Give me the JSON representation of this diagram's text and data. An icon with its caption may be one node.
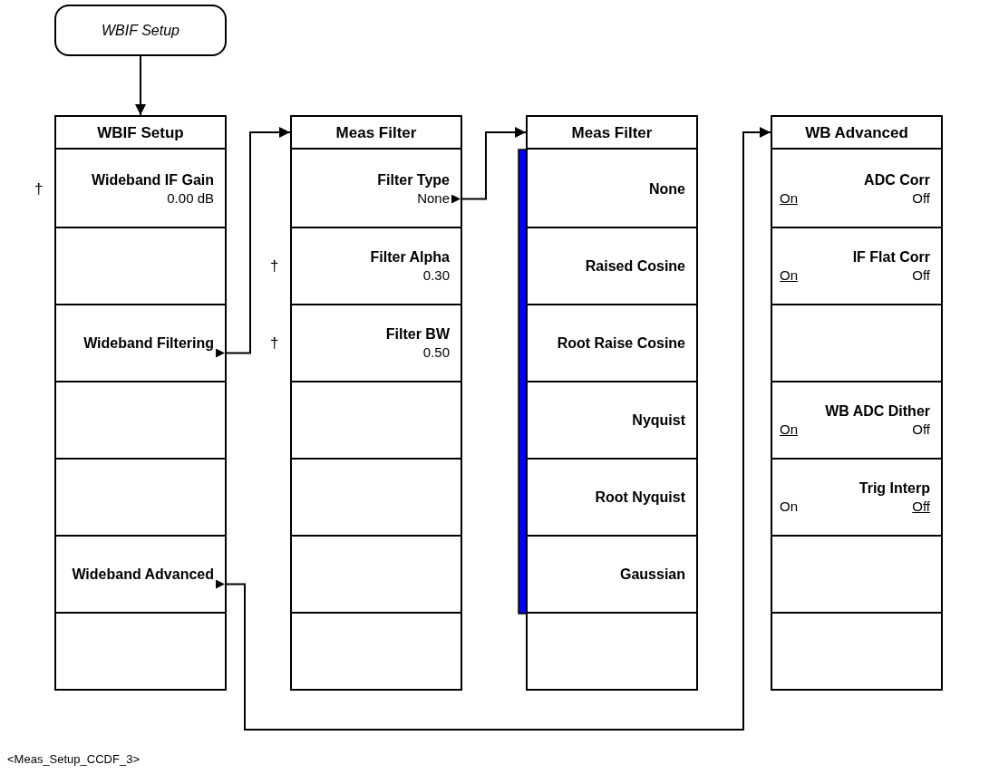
{
  "diagram": {
    "nodes": [
      {
        "text": [
          "WBIF Setup"
        ]
      },
      {
        "text": [
          "WBIF Setup"
        ]
      },
      {
        "text": [
          "Wideband IF Gain",
          "0.00 dB"
        ],
        "in": 1,
        "beside": [
          "†"
        ]
      },
      {
        "text": [],
        "shape": "box",
        "in": 1
      },
      {
        "text": [
          "Wideband Filtering"
        ],
        "in": 1
      },
      {
        "text": [],
        "shape": "box",
        "in": 1
      },
      {
        "text": [],
        "shape": "box",
        "in": 1
      },
      {
        "text": [
          "Wideband Advanced"
        ],
        "in": 1
      },
      {
        "text": [],
        "shape": "box",
        "in": 1
      },
      {
        "text": [
          "Meas Filter"
        ]
      },
      {
        "text": [
          "Filter Type",
          "None"
        ],
        "in": 9
      },
      {
        "text": [
          "Filter Alpha",
          "0.30"
        ],
        "in": 9,
        "beside": [
          "†"
        ]
      },
      {
        "text": [
          "Filter BW",
          "0.50"
        ],
        "in": 9,
        "beside": [
          "†"
        ]
      },
      {
        "text": [],
        "shape": "box",
        "in": 9
      },
      {
        "text": [],
        "shape": "box",
        "in": 9
      },
      {
        "text": [],
        "shape": "box",
        "in": 9
      },
      {
        "text": [],
        "shape": "box",
        "in": 9
      },
      {
        "text": [
          "Meas Filter"
        ]
      },
      {
        "text": [
          "None"
        ],
        "in": 17
      },
      {
        "text": [
          "Raised Cosine"
        ],
        "in": 17
      },
      {
        "text": [
          "Root Raise Cosine"
        ],
        "in": 17
      },
      {
        "text": [
          "Nyquist"
        ],
        "in": 17
      },
      {
        "text": [
          "Root Nyquist"
        ],
        "in": 17
      },
      {
        "text": [
          "Gaussian"
        ],
        "in": 17
      },
      {
        "text": [],
        "shape": "box",
        "in": 17
      },
      {
        "text": [
          "WB Advanced"
        ]
      },
      {
        "text": [
          "ADC Corr",
          "On",
          "Off"
        ],
        "in": 25
      },
      {
        "text": [
          "IF Flat Corr",
          "On",
          "Off"
        ],
        "in": 25
      },
      {
        "text": [],
        "shape": "box",
        "in": 25
      },
      {
        "text": [
          "WB ADC Dither",
          "On",
          "Off"
        ],
        "in": 25
      },
      {
        "text": [
          "Trig Interp",
          "On",
          "Off"
        ],
        "in": 25
      },
      {
        "text": [],
        "shape": "box",
        "in": 25
      },
      {
        "text": [],
        "shape": "box",
        "in": 25
      }
    ],
    "edges": [
      {
        "from": 0,
        "to": 1,
        "arrow": "to"
      },
      {
        "from": 4,
        "to": 9,
        "arrow": "to"
      },
      {
        "from": 10,
        "to": 17,
        "arrow": "to"
      },
      {
        "from": 7,
        "to": 25,
        "arrow": "to"
      }
    ],
    "labels": [
      "<Meas_Setup_CCDF_3>"
    ]
  }
}
